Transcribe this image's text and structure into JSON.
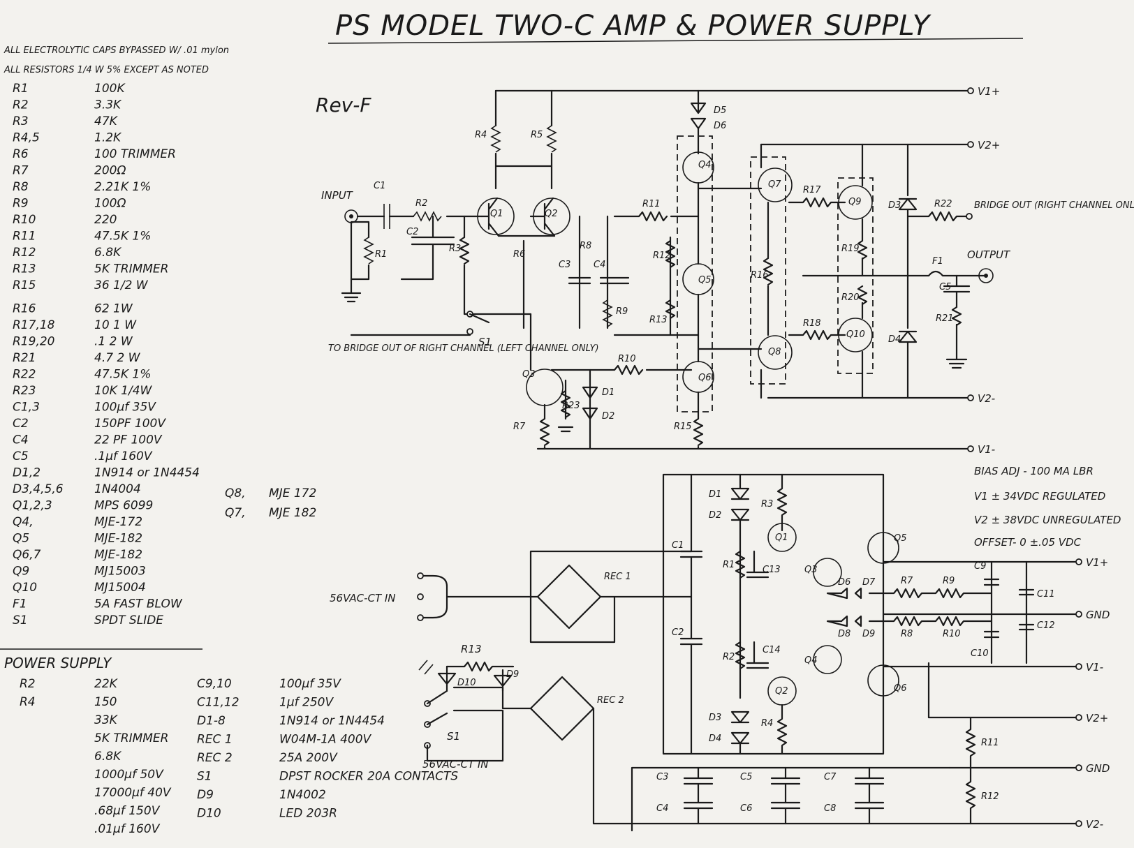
{
  "title": "PS MODEL TWO-C AMP & POWER SUPPLY",
  "revision": "Rev-F",
  "notes": [
    "ALL ELECTROLYTIC CAPS BYPASSED W/ .01 mylon",
    "ALL RESISTORS 1/4 W 5% EXCEPT AS NOTED"
  ],
  "amp_parts": [
    {
      "ref": "R1",
      "val": "100K"
    },
    {
      "ref": "R2",
      "val": "3.3K"
    },
    {
      "ref": "R3",
      "val": "47K"
    },
    {
      "ref": "R4,5",
      "val": "1.2K"
    },
    {
      "ref": "R6",
      "val": "100 TRIMMER"
    },
    {
      "ref": "R7",
      "val": "200Ω"
    },
    {
      "ref": "R8",
      "val": "2.21K 1%"
    },
    {
      "ref": "R9",
      "val": "100Ω"
    },
    {
      "ref": "R10",
      "val": "220"
    },
    {
      "ref": "R11",
      "val": "47.5K 1%"
    },
    {
      "ref": "R12",
      "val": "6.8K"
    },
    {
      "ref": "R13",
      "val": "5K TRIMMER"
    },
    {
      "ref": "R15",
      "val": "36 1/2 W"
    },
    {
      "ref": "R16",
      "val": "62 1W"
    },
    {
      "ref": "R17,18",
      "val": "10 1 W"
    },
    {
      "ref": "R19,20",
      "val": ".1 2 W"
    },
    {
      "ref": "R21",
      "val": "4.7 2 W"
    },
    {
      "ref": "R22",
      "val": "47.5K 1%"
    },
    {
      "ref": "R23",
      "val": "10K 1/4W"
    },
    {
      "ref": "C1,3",
      "val": "100µf 35V"
    },
    {
      "ref": "C2",
      "val": "150PF 100V"
    },
    {
      "ref": "C4",
      "val": "22 PF 100V"
    },
    {
      "ref": "C5",
      "val": ".1µf 160V"
    },
    {
      "ref": "D1,2",
      "val": "1N914 or 1N4454"
    },
    {
      "ref": "D3,4,5,6",
      "val": "1N4004"
    },
    {
      "ref": "Q1,2,3",
      "val": "MPS 6099"
    },
    {
      "ref": "Q4,",
      "val": "MJE-172"
    },
    {
      "ref": "Q5",
      "val": "MJE-182"
    },
    {
      "ref": "Q6,7",
      "val": "MJE-182"
    },
    {
      "ref": "Q9",
      "val": "MJ15003"
    },
    {
      "ref": "Q10",
      "val": "MJ15004"
    },
    {
      "ref": "F1",
      "val": "5A FAST BLOW"
    },
    {
      "ref": "S1",
      "val": "SPDT SLIDE"
    }
  ],
  "amp_parts_extra": [
    {
      "ref": "Q8,",
      "val": "MJE 172"
    },
    {
      "ref": "Q7,",
      "val": "MJE 182"
    }
  ],
  "ps_heading": "POWER SUPPLY",
  "ps_col1": [
    {
      "ref": "R2",
      "val": "22K"
    },
    {
      "ref": "R4",
      "val": "150"
    },
    {
      "ref": "",
      "val": "33K"
    },
    {
      "ref": "",
      "val": "5K TRIMMER"
    },
    {
      "ref": "",
      "val": "6.8K"
    },
    {
      "ref": "",
      "val": "1000µf 50V"
    },
    {
      "ref": "",
      "val": "17000µf 40V"
    },
    {
      "ref": "",
      "val": ".68µf 150V"
    },
    {
      "ref": "",
      "val": ".01µf 160V"
    }
  ],
  "ps_col2": [
    {
      "ref": "C9,10",
      "val": "100µf 35V"
    },
    {
      "ref": "C11,12",
      "val": "1µf 250V"
    },
    {
      "ref": "D1-8",
      "val": "1N914 or 1N4454"
    },
    {
      "ref": "REC 1",
      "val": "W04M-1A 400V"
    },
    {
      "ref": "REC 2",
      "val": "25A 200V"
    },
    {
      "ref": "S1",
      "val": "DPST ROCKER 20A CONTACTS"
    },
    {
      "ref": "D9",
      "val": "1N4002"
    },
    {
      "ref": "D10",
      "val": "LED 203R"
    }
  ],
  "amp_labels": {
    "input": "INPUT",
    "output": "OUTPUT",
    "bridge_out": "BRIDGE OUT (RIGHT CHANNEL ONLY)",
    "to_bridge": "TO BRIDGE OUT OF RIGHT CHANNEL (LEFT CHANNEL ONLY)",
    "rails": [
      "V1+",
      "V2+",
      "V2-",
      "V1-"
    ],
    "refs": [
      "R1",
      "R2",
      "R3",
      "R4",
      "R5",
      "R6",
      "R7",
      "R8",
      "R9",
      "R10",
      "R11",
      "R12",
      "R13",
      "R15",
      "R16",
      "R17",
      "R18",
      "R19",
      "R20",
      "R21",
      "R22",
      "R23",
      "C1",
      "C2",
      "C3",
      "C4",
      "C5",
      "Q1",
      "Q2",
      "Q3",
      "Q4",
      "Q5",
      "Q6",
      "Q7",
      "Q8",
      "Q9",
      "Q10",
      "D1",
      "D2",
      "D3",
      "D4",
      "D5",
      "D6",
      "F1",
      "S1"
    ]
  },
  "spec_notes": [
    "BIAS ADJ - 100 MA LBR",
    "V1 ± 34VDC REGULATED",
    "V2 ± 38VDC UNREGULATED",
    "OFFSET- 0 ±.05 VDC"
  ],
  "ps_labels": {
    "ac_in_1": "56VAC-CT IN",
    "ac_in_2": "56VAC-CT IN",
    "rec1": "REC 1",
    "rec2": "REC 2",
    "rails_top": [
      "V1+",
      "GND",
      "V1-"
    ],
    "rails_bottom": [
      "V2+",
      "GND",
      "V2-"
    ]
  },
  "amp_component_values": [],
  "ps_component_values": []
}
